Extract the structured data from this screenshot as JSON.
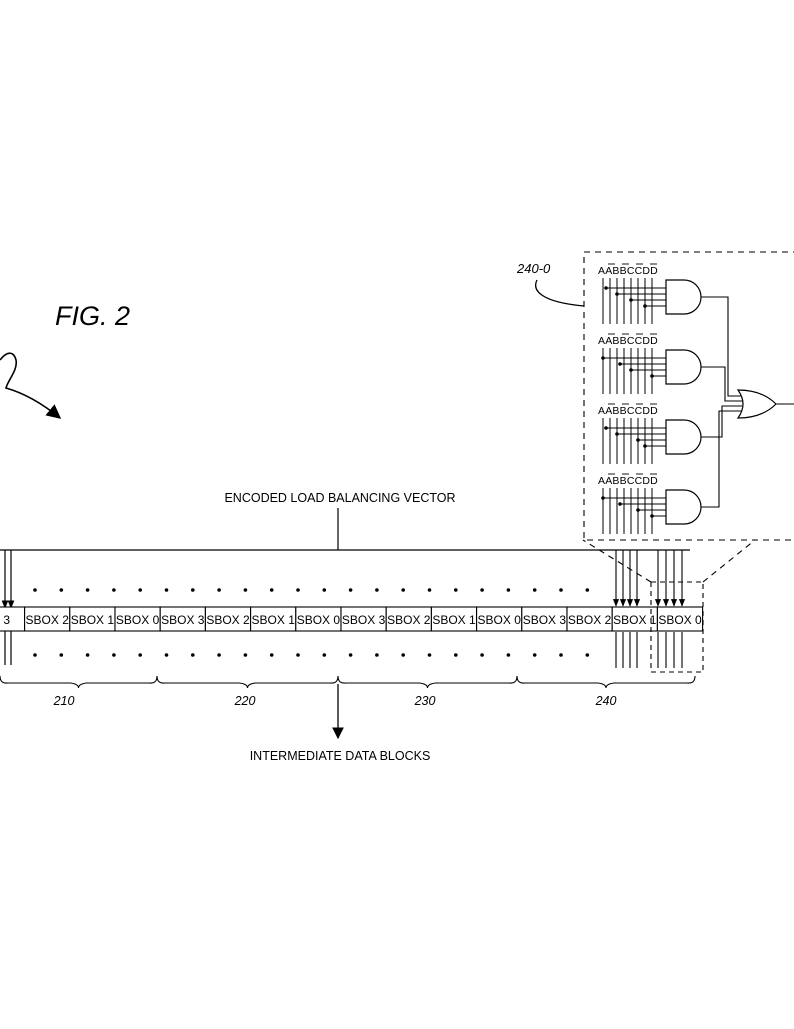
{
  "figure": {
    "title": "FIG. 2",
    "top_label": "ENCODED LOAD BALANCING VECTOR",
    "bottom_label": "INTERMEDIATE DATA BLOCKS",
    "inset_ref": "240-0"
  },
  "sbox_row": [
    "3",
    "SBOX 2",
    "SBOX 1",
    "SBOX 0",
    "SBOX 3",
    "SBOX 2",
    "SBOX 1",
    "SBOX 0",
    "SBOX 3",
    "SBOX 2",
    "SBOX 1",
    "SBOX 0",
    "SBOX 3",
    "SBOX 2",
    "SBOX 1",
    "SBOX 0"
  ],
  "group_refs": [
    "210",
    "220",
    "230",
    "240"
  ],
  "gate_inputs": [
    "AABBCCDD",
    "AABBCCDD",
    "AABBCCDD",
    "AABBCCDD"
  ]
}
